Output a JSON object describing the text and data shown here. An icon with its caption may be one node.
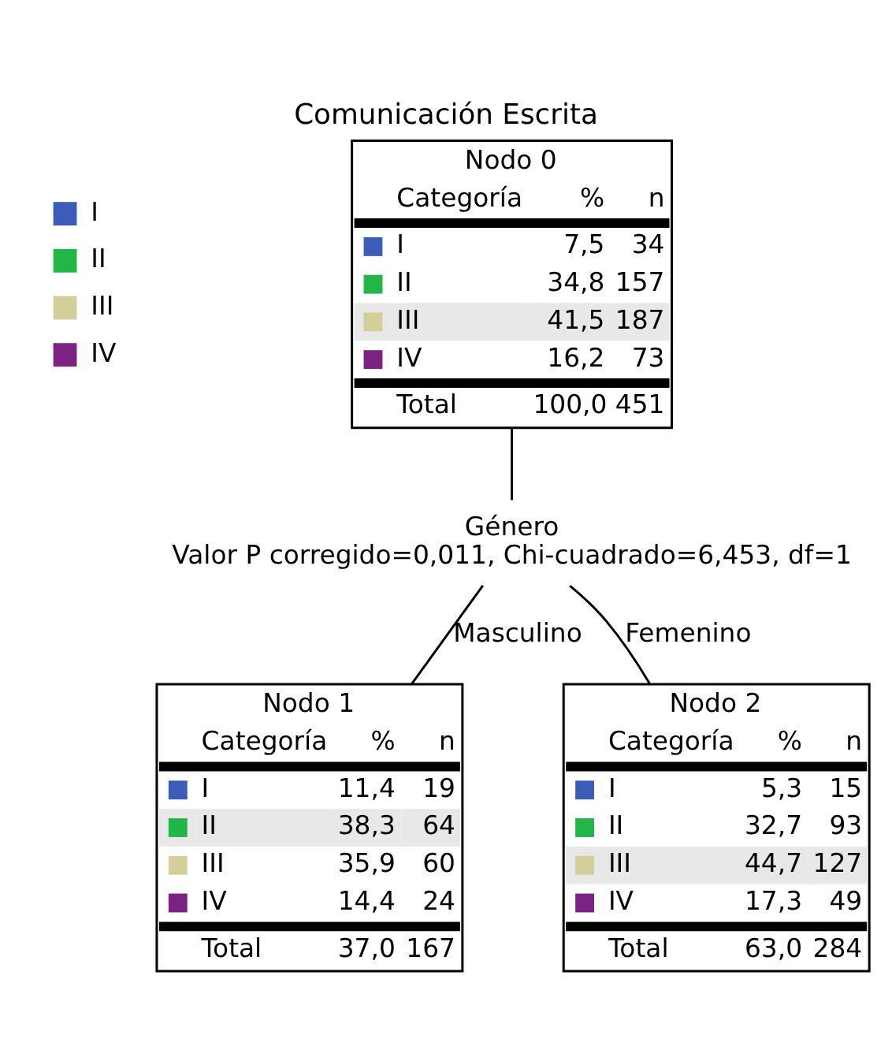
{
  "diagram": {
    "title": "Comunicación Escrita",
    "nodes": [
      {
        "text": [
          "Nodo 0",
          "Categoría",
          "%",
          "n",
          "I",
          "7,5",
          "34",
          "II",
          "34,8",
          "157",
          "III",
          "41,5",
          "187",
          "IV",
          "16,2",
          "73",
          "Total",
          "100,0",
          "451"
        ]
      },
      {
        "text": [
          "Género",
          "Valor P corregido=0,011, Chi-cuadrado=6,453, df=1"
        ]
      },
      {
        "text": [
          "Nodo 1",
          "Categoría",
          "%",
          "n",
          "I",
          "11,4",
          "19",
          "II",
          "38,3",
          "64",
          "III",
          "35,9",
          "60",
          "IV",
          "14,4",
          "24",
          "Total",
          "37,0",
          "167"
        ]
      },
      {
        "text": [
          "Nodo 2",
          "Categoría",
          "%",
          "n",
          "I",
          "5,3",
          "15",
          "II",
          "32,7",
          "93",
          "III",
          "44,7",
          "127",
          "IV",
          "17,3",
          "49",
          "Total",
          "63,0",
          "284"
        ]
      }
    ],
    "edges": [
      {
        "from": 0,
        "to": 1,
        "arrow": "none"
      },
      {
        "from": 1,
        "to": 2,
        "arrow": "none",
        "label": "Masculino"
      },
      {
        "from": 1,
        "to": 3,
        "arrow": "none",
        "label": "Femenino"
      }
    ],
    "legend": [
      {
        "text": "I",
        "color": "#3d5cb8"
      },
      {
        "text": "II",
        "color": "#22b548"
      },
      {
        "text": "III",
        "color": "#d4cf9a"
      },
      {
        "text": "IV",
        "color": "#7b2283"
      }
    ]
  }
}
